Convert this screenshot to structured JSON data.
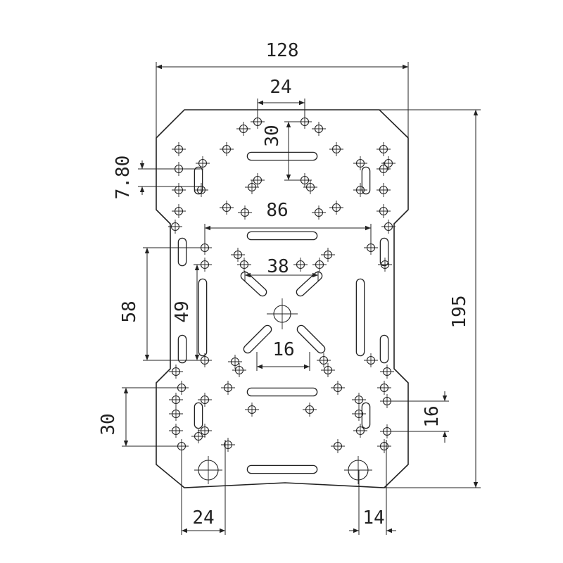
{
  "dimensions": {
    "overall_width": "128",
    "overall_height": "195",
    "top_spacing": "24",
    "top_slot_offset": "30",
    "slot_width": "7.80",
    "row_width": "86",
    "center_spacing": "38",
    "left_outer_height": "58",
    "left_inner_height": "49",
    "center_small": "16",
    "left_bottom_height": "30",
    "right_bottom_height": "16",
    "bottom_left_width": "24",
    "bottom_right_width": "14"
  }
}
